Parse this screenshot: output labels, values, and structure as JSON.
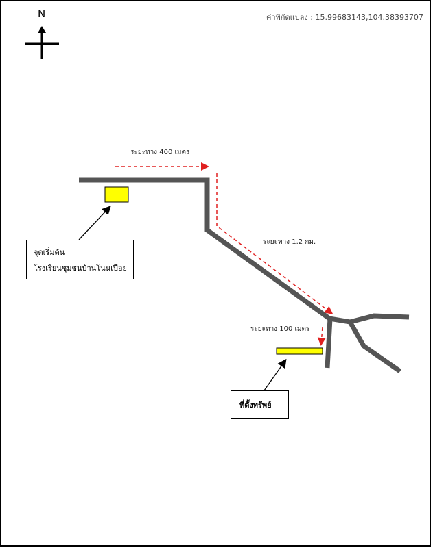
{
  "compass": {
    "label": "N"
  },
  "coordinates": {
    "text": "ค่าพิกัดแปลง : 15.99683143,104.38393707"
  },
  "distances": {
    "d1": "ระยะทาง 400 เมตร",
    "d2": "ระยะทาง 1.2 กม.",
    "d3": "ระยะทาง 100 เมตร"
  },
  "start": {
    "title": "จุดเริ่มต้น",
    "name": "โรงเรียนชุมชนบ้านโนนเปือย"
  },
  "destination": {
    "label": "ที่ตั้งทรัพย์"
  },
  "colors": {
    "road": "#555555",
    "marker": "#ffff00",
    "route": "#e02020"
  }
}
